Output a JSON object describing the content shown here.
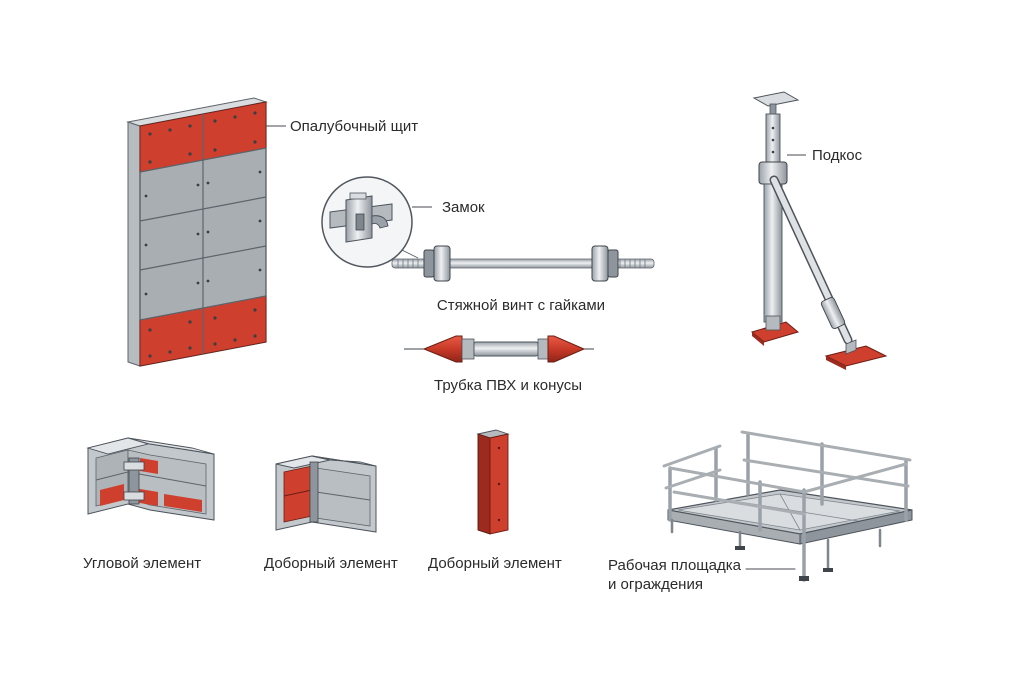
{
  "colors": {
    "red": "#d0402e",
    "red_dark": "#9c2a1e",
    "steel": "#c3c8cd",
    "steel_light": "#e3e6e9",
    "steel_dark": "#7f868d",
    "panel_gray": "#a8adb2",
    "line": "#444a50",
    "text": "#2b2b2b"
  },
  "labels": {
    "formwork_panel": "Опалубочный щит",
    "lock": "Замок",
    "tie_rod": "Стяжной винт с гайками",
    "pvc_tube": "Трубка ПВХ и конусы",
    "brace": "Подкос",
    "corner_element": "Угловой элемент",
    "filler_element_1": "Доборный элемент",
    "filler_element_2": "Доборный элемент",
    "platform": "Рабочая площадка\nи ограждения"
  }
}
